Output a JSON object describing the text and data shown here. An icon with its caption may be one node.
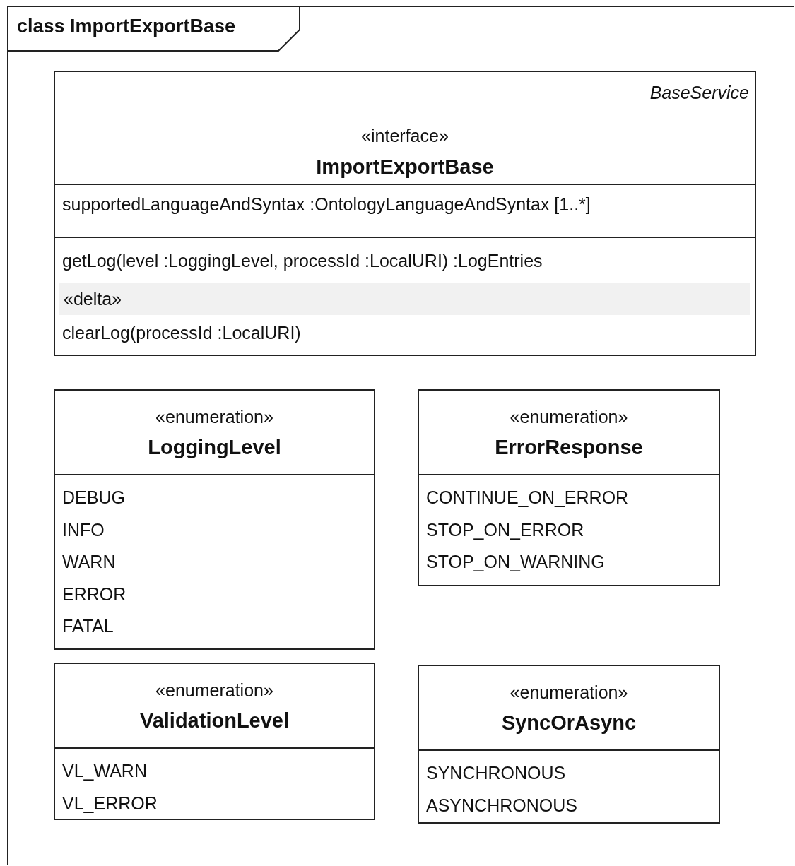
{
  "diagram": {
    "nodes": [
      {
        "text": [
          "class ImportExportBase"
        ]
      },
      {
        "text": [
          "BaseService",
          "«interface»",
          "ImportExportBase",
          "supportedLanguageAndSyntax :OntologyLanguageAndSyntax [1..*]",
          "getLog(level :LoggingLevel, processId :LocalURI) :LogEntries",
          "«delta»",
          "clearLog(processId :LocalURI)"
        ],
        "in": 0
      },
      {
        "text": [
          "«enumeration»",
          "LoggingLevel",
          "DEBUG",
          "INFO",
          "WARN",
          "ERROR",
          "FATAL"
        ],
        "in": 0
      },
      {
        "text": [
          "«enumeration»",
          "ErrorResponse",
          "CONTINUE_ON_ERROR",
          "STOP_ON_ERROR",
          "STOP_ON_WARNING"
        ],
        "in": 0
      },
      {
        "text": [
          "«enumeration»",
          "ValidationLevel",
          "VL_WARN",
          "VL_ERROR"
        ],
        "in": 0
      },
      {
        "text": [
          "«enumeration»",
          "SyncOrAsync",
          "SYNCHRONOUS",
          "ASYNCHRONOUS"
        ],
        "in": 0
      }
    ],
    "edges": []
  }
}
